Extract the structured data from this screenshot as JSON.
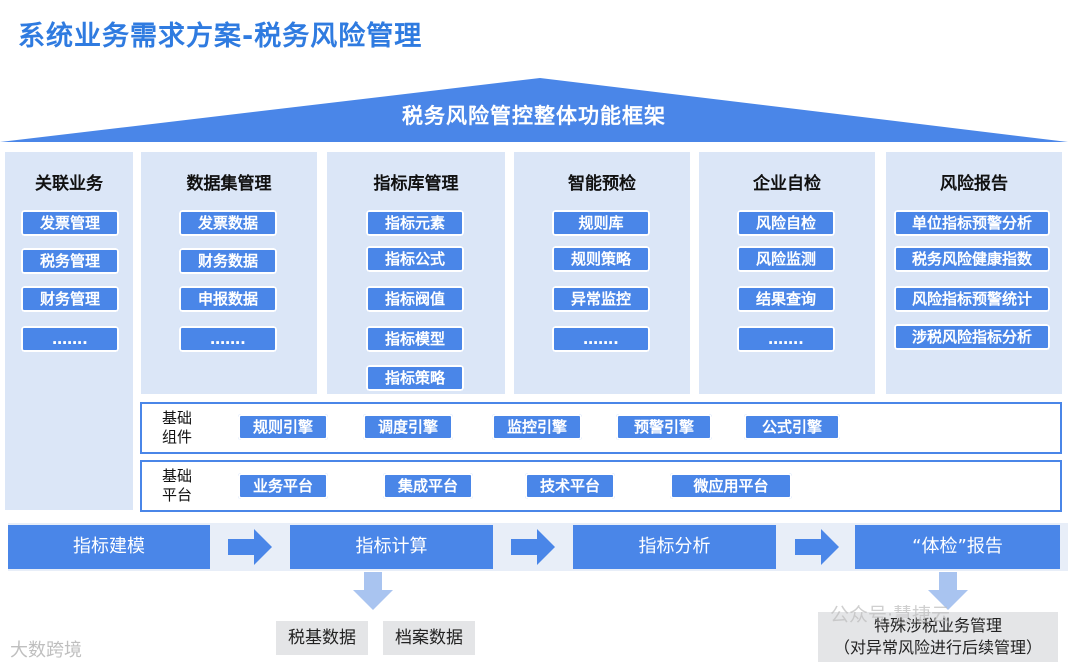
{
  "title": "系统业务需求方案-税务风险管理",
  "roof_title": "税务风险管控整体功能框架",
  "columns": [
    {
      "header": "关联业务",
      "items": [
        "发票管理",
        "税务管理",
        "财务管理",
        "……."
      ]
    },
    {
      "header": "数据集管理",
      "items": [
        "发票数据",
        "财务数据",
        "申报数据",
        "……."
      ]
    },
    {
      "header": "指标库管理",
      "items": [
        "指标元素",
        "指标公式",
        "指标阀值",
        "指标模型",
        "指标策略"
      ]
    },
    {
      "header": "智能预检",
      "items": [
        "规则库",
        "规则策略",
        "异常监控",
        "……."
      ]
    },
    {
      "header": "企业自检",
      "items": [
        "风险自检",
        "风险监测",
        "结果查询",
        "……."
      ]
    },
    {
      "header": "风险报告",
      "items": [
        "单位指标预警分析",
        "税务风险健康指数",
        "风险指标预警统计",
        "涉税风险指标分析"
      ]
    }
  ],
  "components_row": {
    "label_1": "基础",
    "label_2": "组件",
    "items": [
      "规则引擎",
      "调度引擎",
      "监控引擎",
      "预警引擎",
      "公式引擎"
    ]
  },
  "platform_row": {
    "label_1": "基础",
    "label_2": "平台",
    "items": [
      "业务平台",
      "集成平台",
      "技术平台",
      "微应用平台"
    ]
  },
  "flow": [
    "指标建模",
    "指标计算",
    "指标分析",
    "“体检”报告"
  ],
  "outputs_calc": [
    "税基数据",
    "档案数据"
  ],
  "output_report": {
    "line1": "特殊涉税业务管理",
    "line2": "（对异常风险进行后续管理）"
  },
  "watermarks": {
    "left": "大数跨境",
    "right": "公众号·慧捷云"
  },
  "colors": {
    "accent": "#4a86e8",
    "title": "#2f7be0",
    "panel": "#dbe6f7"
  }
}
